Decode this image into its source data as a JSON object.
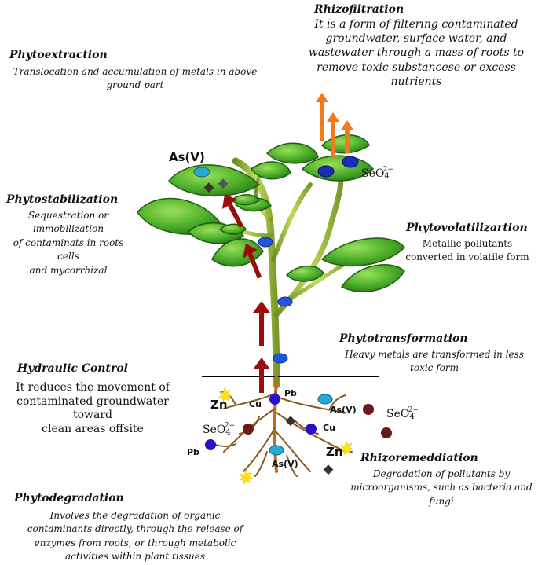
{
  "rhizofiltration": {
    "title": "Rhizofiltration",
    "lines": [
      "It is a form of filtering contaminated",
      "groundwater, surface water, and",
      "wastewater through a mass of roots to",
      "remove toxic substancese or excess",
      "nutrients"
    ]
  },
  "phytoextraction": {
    "title": "Phytoextraction",
    "lines": [
      "Translocation and accumulation of metals in above",
      "ground part"
    ]
  },
  "phytostabilization": {
    "title": "Phytostabilization",
    "lines": [
      "Sequestration or",
      "immobilization",
      "of contaminats in roots cells",
      "and mycorrhizal"
    ]
  },
  "phytovolatilization": {
    "title": "Phytovolatilizartion",
    "lines": [
      "Metallic pollutants",
      "converted in volatile form"
    ]
  },
  "phytotransformation": {
    "title": "Phytotransformation",
    "lines": [
      "Heavy metals are transformed in less",
      "toxic form"
    ]
  },
  "hydraulic_control": {
    "title": "Hydraulic Control",
    "lines": [
      "It reduces the movement of",
      "contaminated groundwater toward",
      "clean areas offsite"
    ]
  },
  "rhizoremediation": {
    "title": "Rhizoremeddiation",
    "lines": [
      "Degradation of pollutants by",
      "microorganisms, such as bacteria and",
      "fungi"
    ]
  },
  "phytodegradation": {
    "title": "Phytodegradation",
    "lines": [
      "Involves the degradation of organic",
      "contaminants directly, through the release of",
      "enzymes from roots, or through metabolic",
      "activities within plant tissues"
    ]
  },
  "labels": {
    "asv_leaf": "As(V)",
    "seo4_base": "SeO",
    "seo4_sub": "4",
    "seo4_sup": "2−",
    "pb": "Pb",
    "cu": "Cu",
    "zn": "Zn",
    "asv": "As(V)"
  },
  "colors": {
    "leaf": "#4caf2a",
    "leaf_dark": "#2e7d1a",
    "stem": "#9bbf3a",
    "red_arrow": "#9b0d0d",
    "orange_arrow": "#f07a1c",
    "blue_dot": "#2255dd",
    "cyan_dot": "#29a9d6",
    "maroon_dot": "#6b1a1a",
    "purple_dot": "#2a10c8",
    "star": "#ffe01a"
  }
}
